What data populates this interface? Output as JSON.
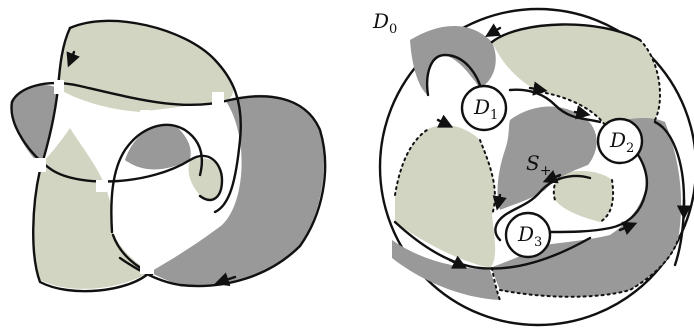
{
  "figure": {
    "left_panel": {},
    "right_panel": {
      "outer_disk_label": {
        "base": "D",
        "sub": "0"
      },
      "inner_disks": [
        {
          "base": "D",
          "sub": "1"
        },
        {
          "base": "D",
          "sub": "2"
        },
        {
          "base": "D",
          "sub": "3"
        }
      ],
      "surface_label": {
        "base": "S",
        "sub": "+"
      }
    },
    "colors": {
      "light_region": "#d3d5c3",
      "dark_region": "#999999",
      "line": "#111111",
      "background": "#ffffff"
    }
  }
}
